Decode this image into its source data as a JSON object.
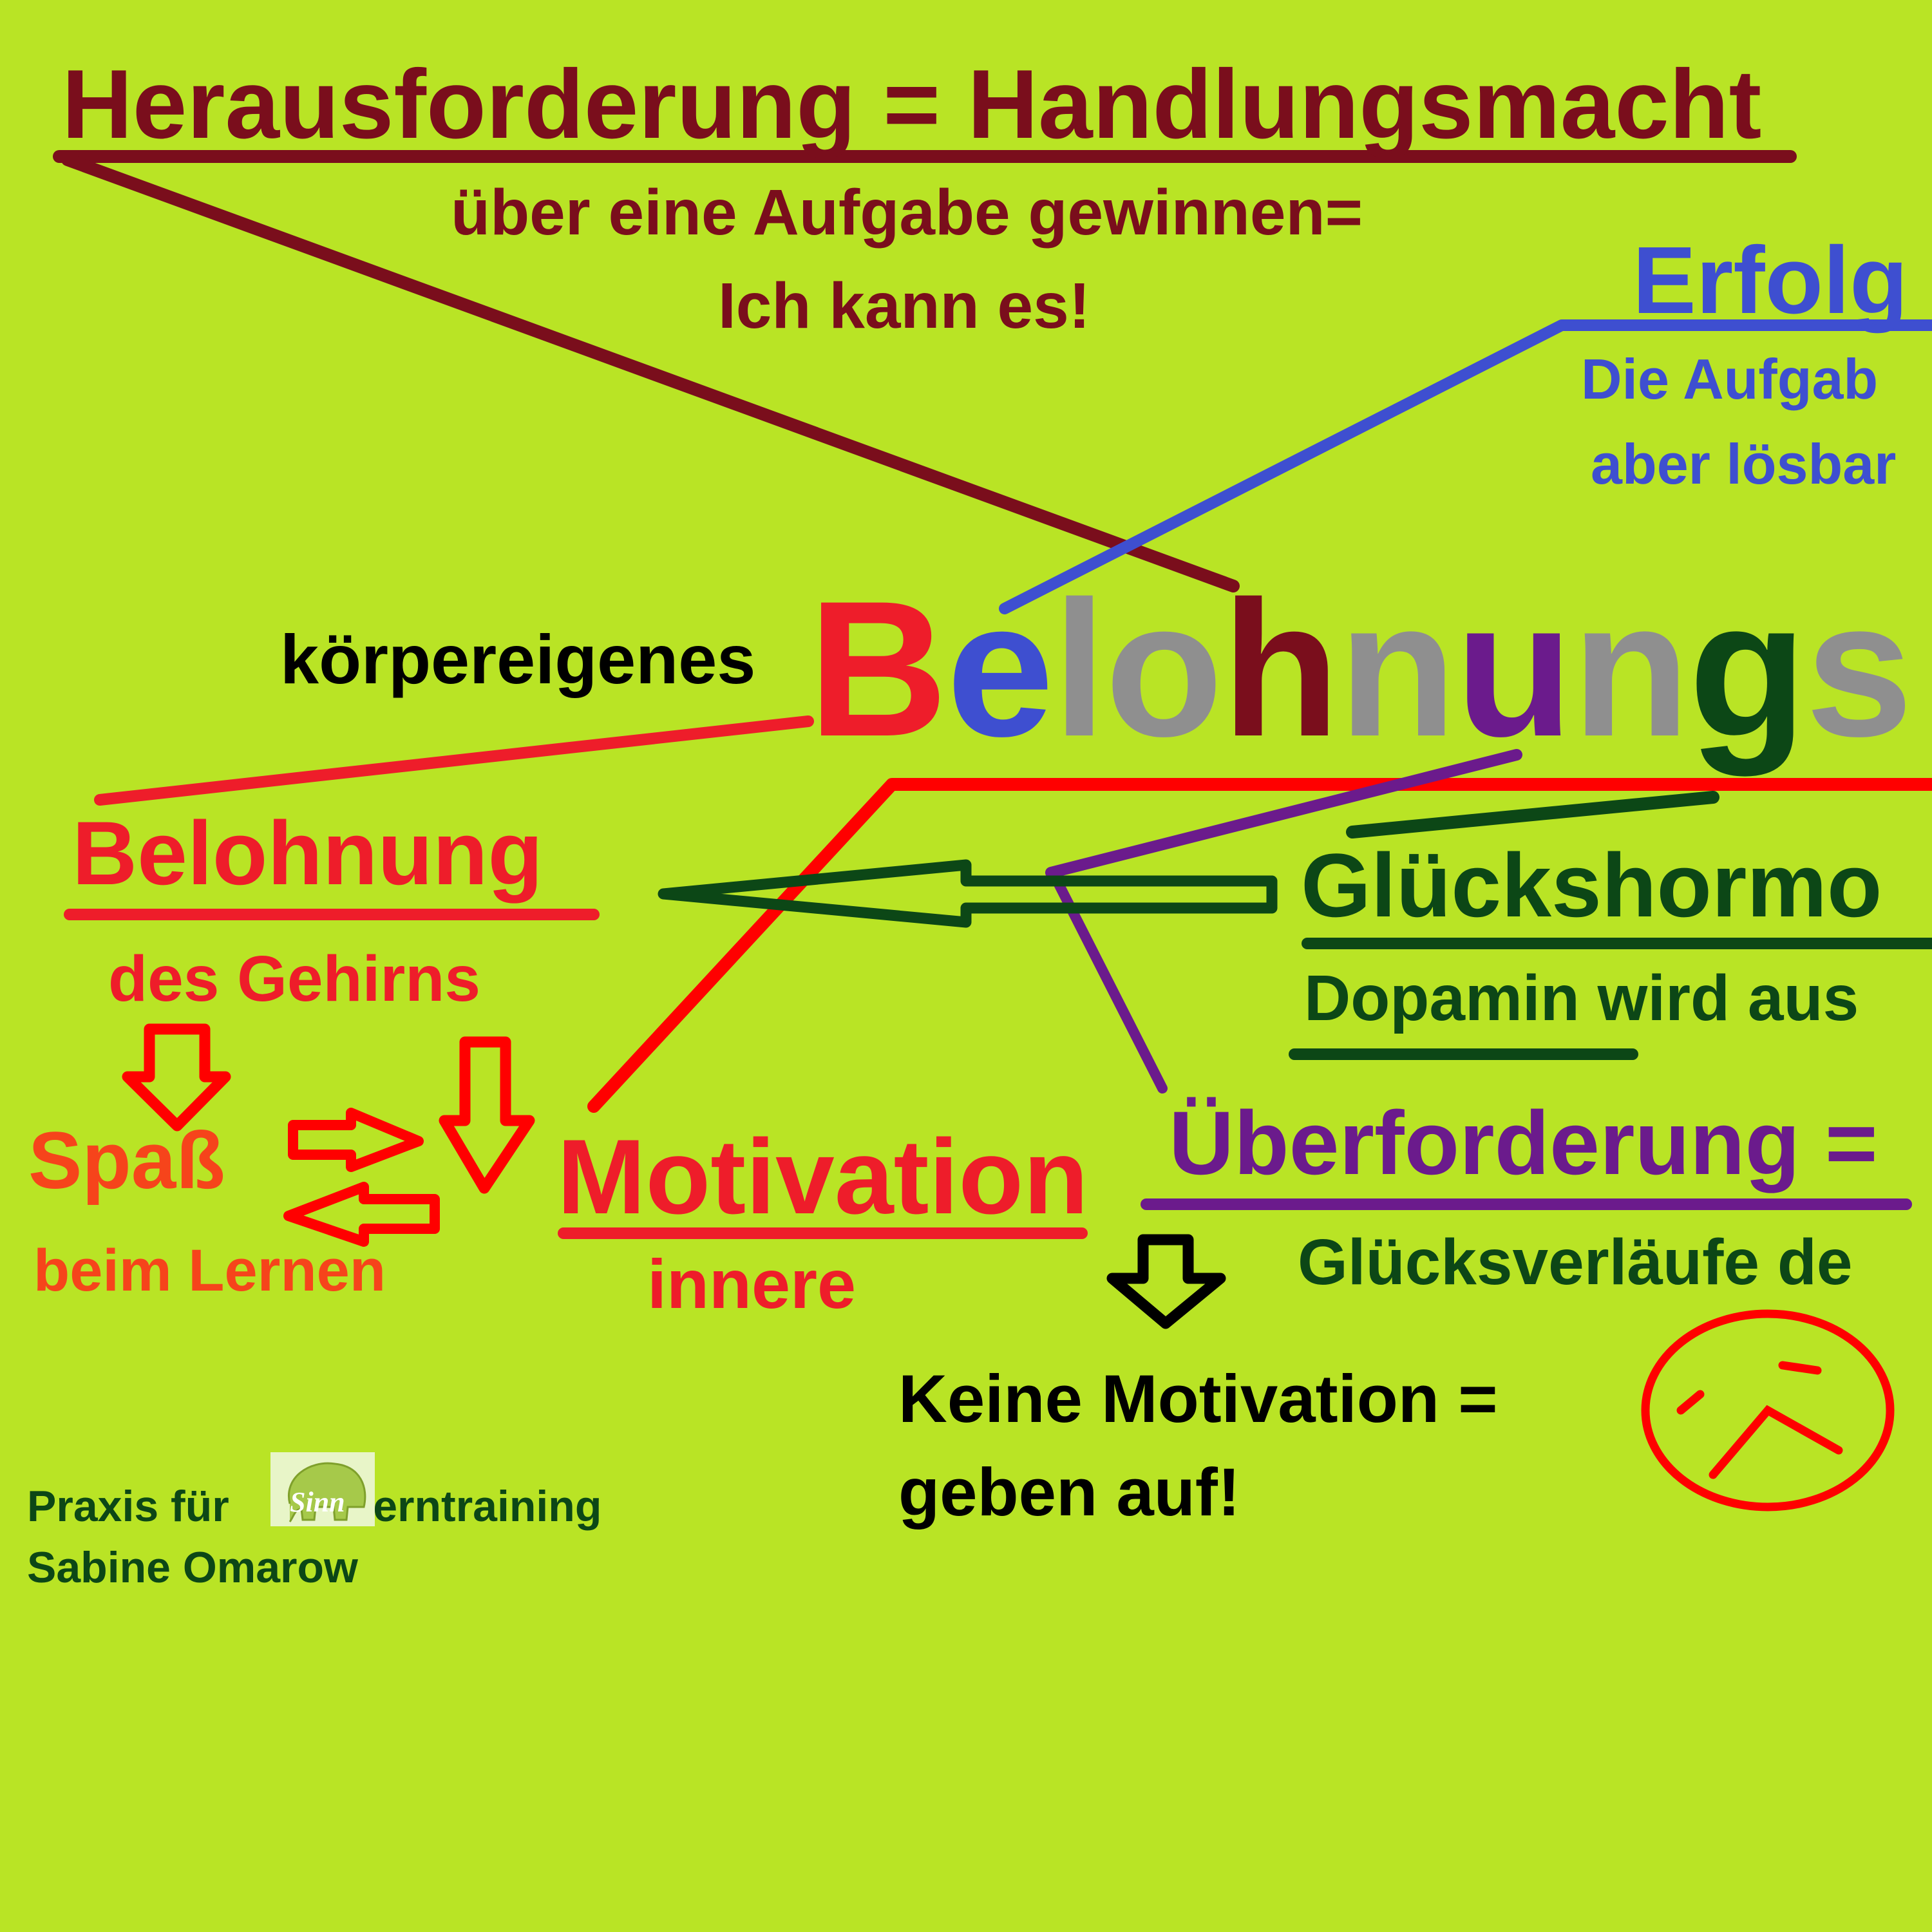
{
  "colors": {
    "background": "#b9e425",
    "dark_red": "#7a0e1c",
    "blue": "#3e4fd0",
    "red": "#ee1d2a",
    "green": "#0c4716",
    "purple": "#6b1b8c",
    "gray": "#8f8f8f",
    "orange": "#f6441b"
  },
  "challenge": {
    "title": "Herausforderung = Handlungsmacht",
    "line1": "über eine Aufgabe gewinnen=",
    "line2": "Ich kann es!"
  },
  "success": {
    "title": "Erfolg",
    "line1": "Die Aufgab",
    "line2": "aber lösbar"
  },
  "center": {
    "prefix": "körpereigenes",
    "letters": [
      {
        "char": "B",
        "color": "#ee1d2a"
      },
      {
        "char": "e",
        "color": "#3e4fd0"
      },
      {
        "char": "l",
        "color": "#8f8f8f"
      },
      {
        "char": "o",
        "color": "#8f8f8f"
      },
      {
        "char": "h",
        "color": "#7a0e1c"
      },
      {
        "char": "n",
        "color": "#8f8f8f"
      },
      {
        "char": "u",
        "color": "#6b1b8c"
      },
      {
        "char": "n",
        "color": "#8f8f8f"
      },
      {
        "char": "g",
        "color": "#0c4716"
      },
      {
        "char": "s",
        "color": "#8f8f8f"
      }
    ]
  },
  "reward": {
    "title": "Belohnung",
    "sub": "des Gehirns"
  },
  "fun": {
    "title": "Spaß",
    "sub": "beim Lernen"
  },
  "motivation": {
    "title": "Motivation",
    "sub": "innere"
  },
  "happiness": {
    "title": "Glückshormo",
    "sub": "Dopamin wird aus"
  },
  "overload": {
    "title": "Überforderung =",
    "sub": "Glücksverläufe de"
  },
  "no_motivation": {
    "line1": "Keine Motivation =",
    "line2": "geben auf!"
  },
  "footer": {
    "line1_before": "Praxis für",
    "line1_after": "Lerntraining",
    "line2": "Sabine Omarow",
    "logo_text": "Sinn"
  }
}
